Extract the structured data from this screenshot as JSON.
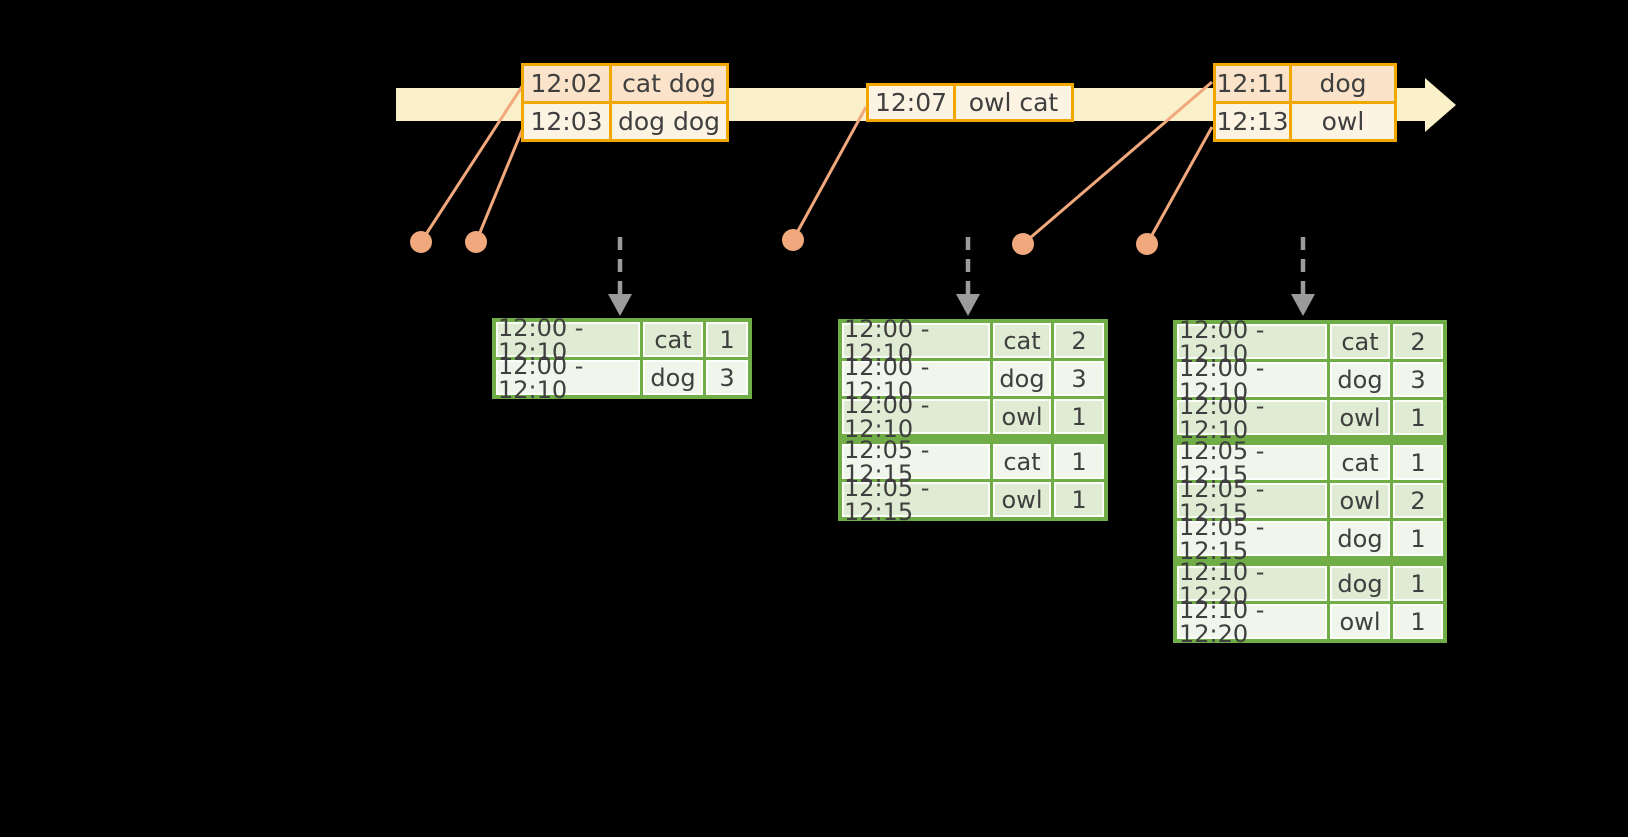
{
  "diagram": {
    "description": "Timeline of word events flowing into windowed word-count result tables",
    "background": "#000000"
  },
  "palette": {
    "timeline_band": "#FAF0C9",
    "event_border": "#F0A800",
    "event_fill_dark": "#FAE3C8",
    "event_fill_light": "#FDF3E3",
    "connector_salmon": "#F0A87C",
    "result_border": "#70AD47",
    "result_fill_dark": "#DFEBD2",
    "result_fill_light": "#F1F6EC",
    "dashed_arrow_gray": "#9B9B9B",
    "text": "#3F3F3F"
  },
  "event_tables": [
    {
      "rows": [
        {
          "time": "12:02",
          "words": "cat dog"
        },
        {
          "time": "12:03",
          "words": "dog dog"
        }
      ]
    },
    {
      "rows": [
        {
          "time": "12:07",
          "words": "owl cat"
        }
      ]
    },
    {
      "rows": [
        {
          "time": "12:11",
          "words": "dog"
        },
        {
          "time": "12:13",
          "words": "owl"
        }
      ]
    }
  ],
  "result_tables": [
    {
      "rows": [
        {
          "window": "12:00 - 12:10",
          "word": "cat",
          "count": "1"
        },
        {
          "window": "12:00 - 12:10",
          "word": "dog",
          "count": "3"
        }
      ]
    },
    {
      "rows": [
        {
          "window": "12:00 - 12:10",
          "word": "cat",
          "count": "2"
        },
        {
          "window": "12:00 - 12:10",
          "word": "dog",
          "count": "3"
        },
        {
          "window": "12:00 - 12:10",
          "word": "owl",
          "count": "1"
        },
        {
          "window": "12:05 - 12:15",
          "word": "cat",
          "count": "1"
        },
        {
          "window": "12:05 - 12:15",
          "word": "owl",
          "count": "1"
        }
      ]
    },
    {
      "rows": [
        {
          "window": "12:00 - 12:10",
          "word": "cat",
          "count": "2"
        },
        {
          "window": "12:00 - 12:10",
          "word": "dog",
          "count": "3"
        },
        {
          "window": "12:00 - 12:10",
          "word": "owl",
          "count": "1"
        },
        {
          "window": "12:05 - 12:15",
          "word": "cat",
          "count": "1"
        },
        {
          "window": "12:05 - 12:15",
          "word": "owl",
          "count": "2"
        },
        {
          "window": "12:05 - 12:15",
          "word": "dog",
          "count": "1"
        },
        {
          "window": "12:10 - 12:20",
          "word": "dog",
          "count": "1"
        },
        {
          "window": "12:10 - 12:20",
          "word": "owl",
          "count": "1"
        }
      ]
    }
  ]
}
